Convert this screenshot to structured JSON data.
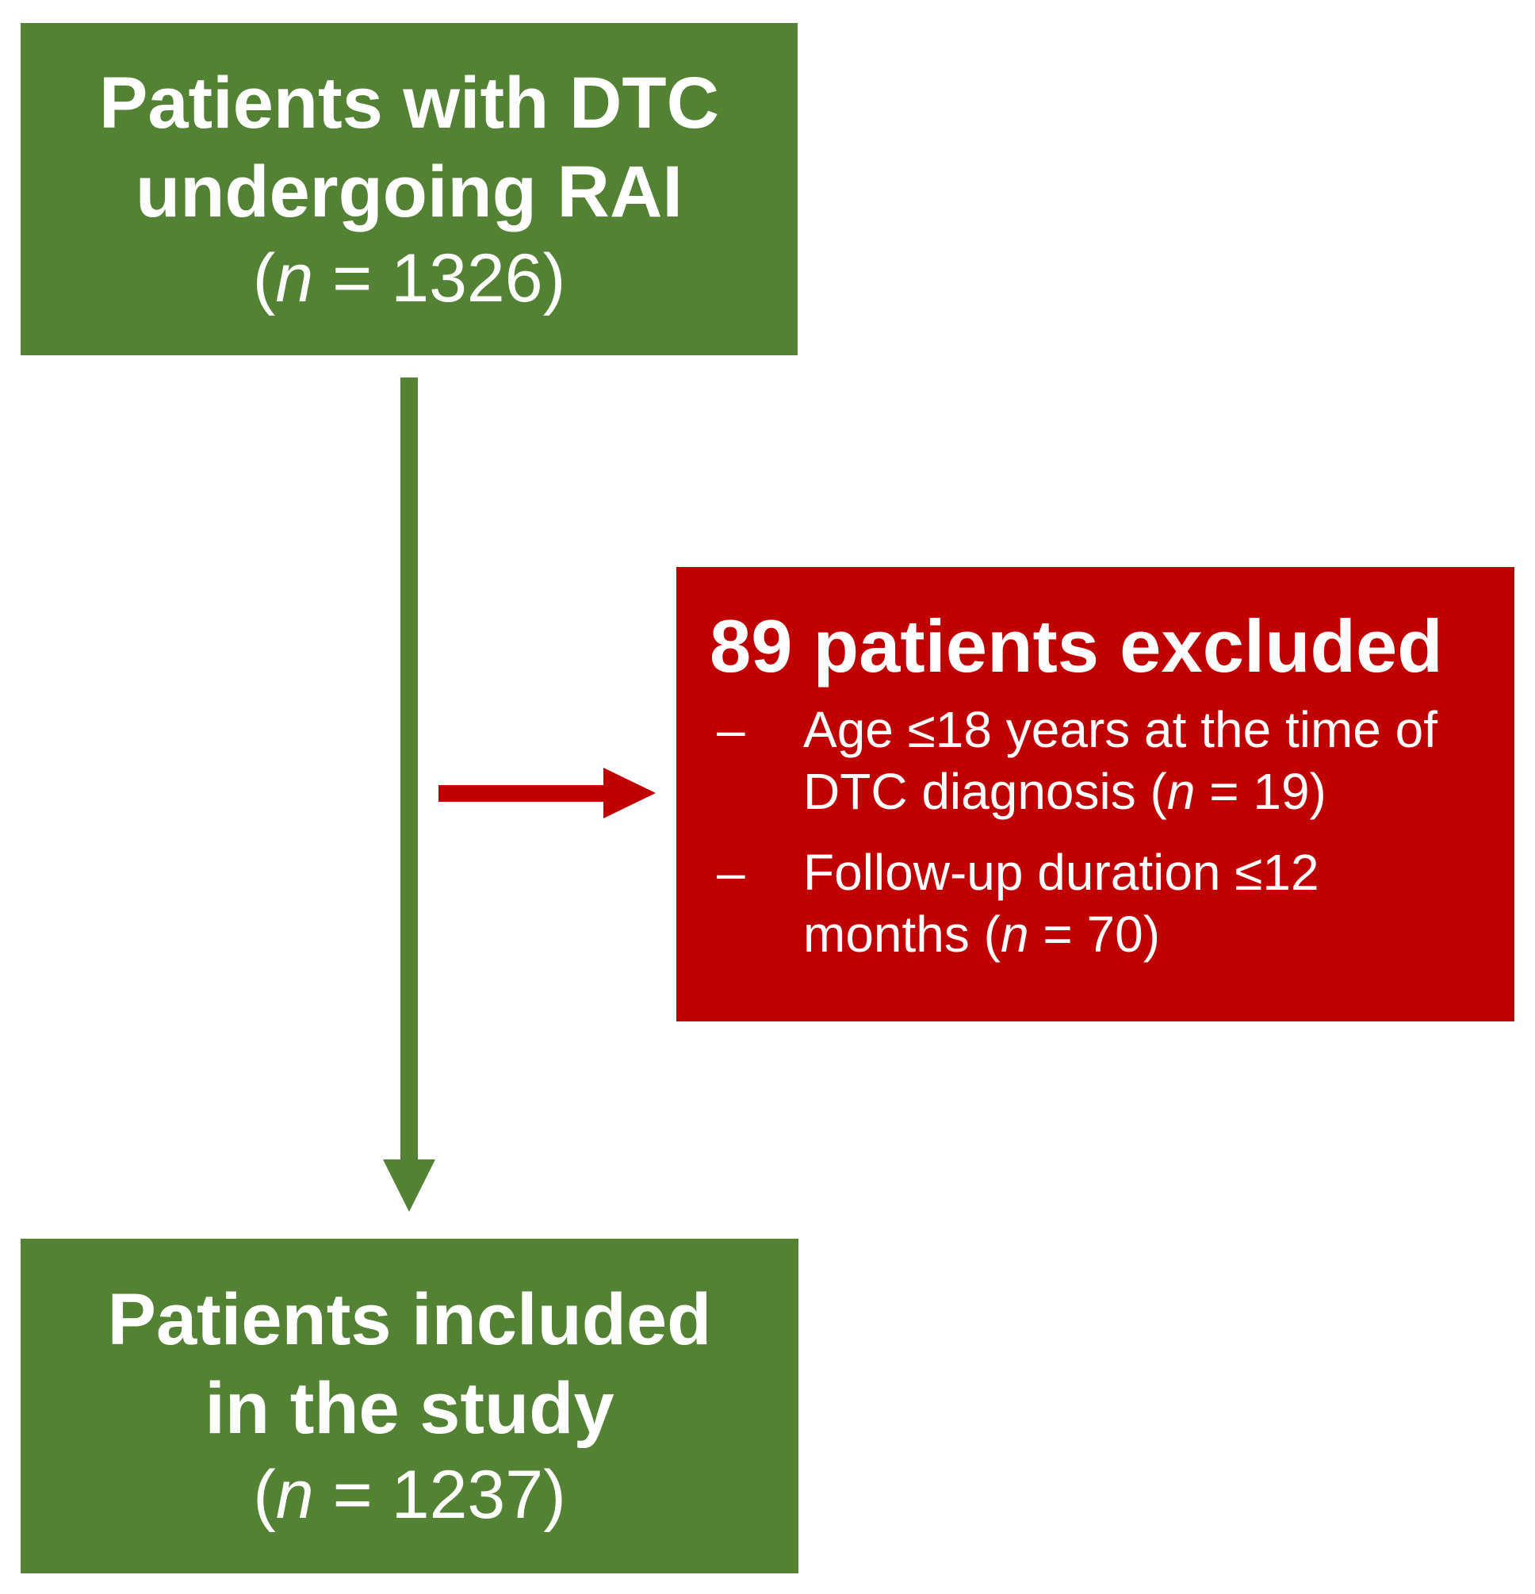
{
  "diagram": {
    "colors": {
      "box_green": "#548235",
      "box_red": "#C00000",
      "text": "#FFFFFF",
      "background": "#FFFFFF"
    },
    "top_box": {
      "title_lines": [
        "Patients with DTC",
        "undergoing RAI"
      ],
      "count": {
        "open": "(",
        "var": "n",
        "rest": " = 1326)"
      }
    },
    "excluded_box": {
      "heading": "89 patients excluded",
      "items": [
        {
          "bullet": "–",
          "text": "Age ≤18 years at the time of DTC diagnosis (",
          "var": "n",
          "rest": " = 19)"
        },
        {
          "bullet": "–",
          "text": "Follow-up duration ≤12 months (",
          "var": "n",
          "rest": " = 70)"
        }
      ]
    },
    "included_box": {
      "title_lines": [
        "Patients included",
        "in the study"
      ],
      "count": {
        "open": "(",
        "var": "n",
        "rest": " = 1237)"
      }
    }
  }
}
